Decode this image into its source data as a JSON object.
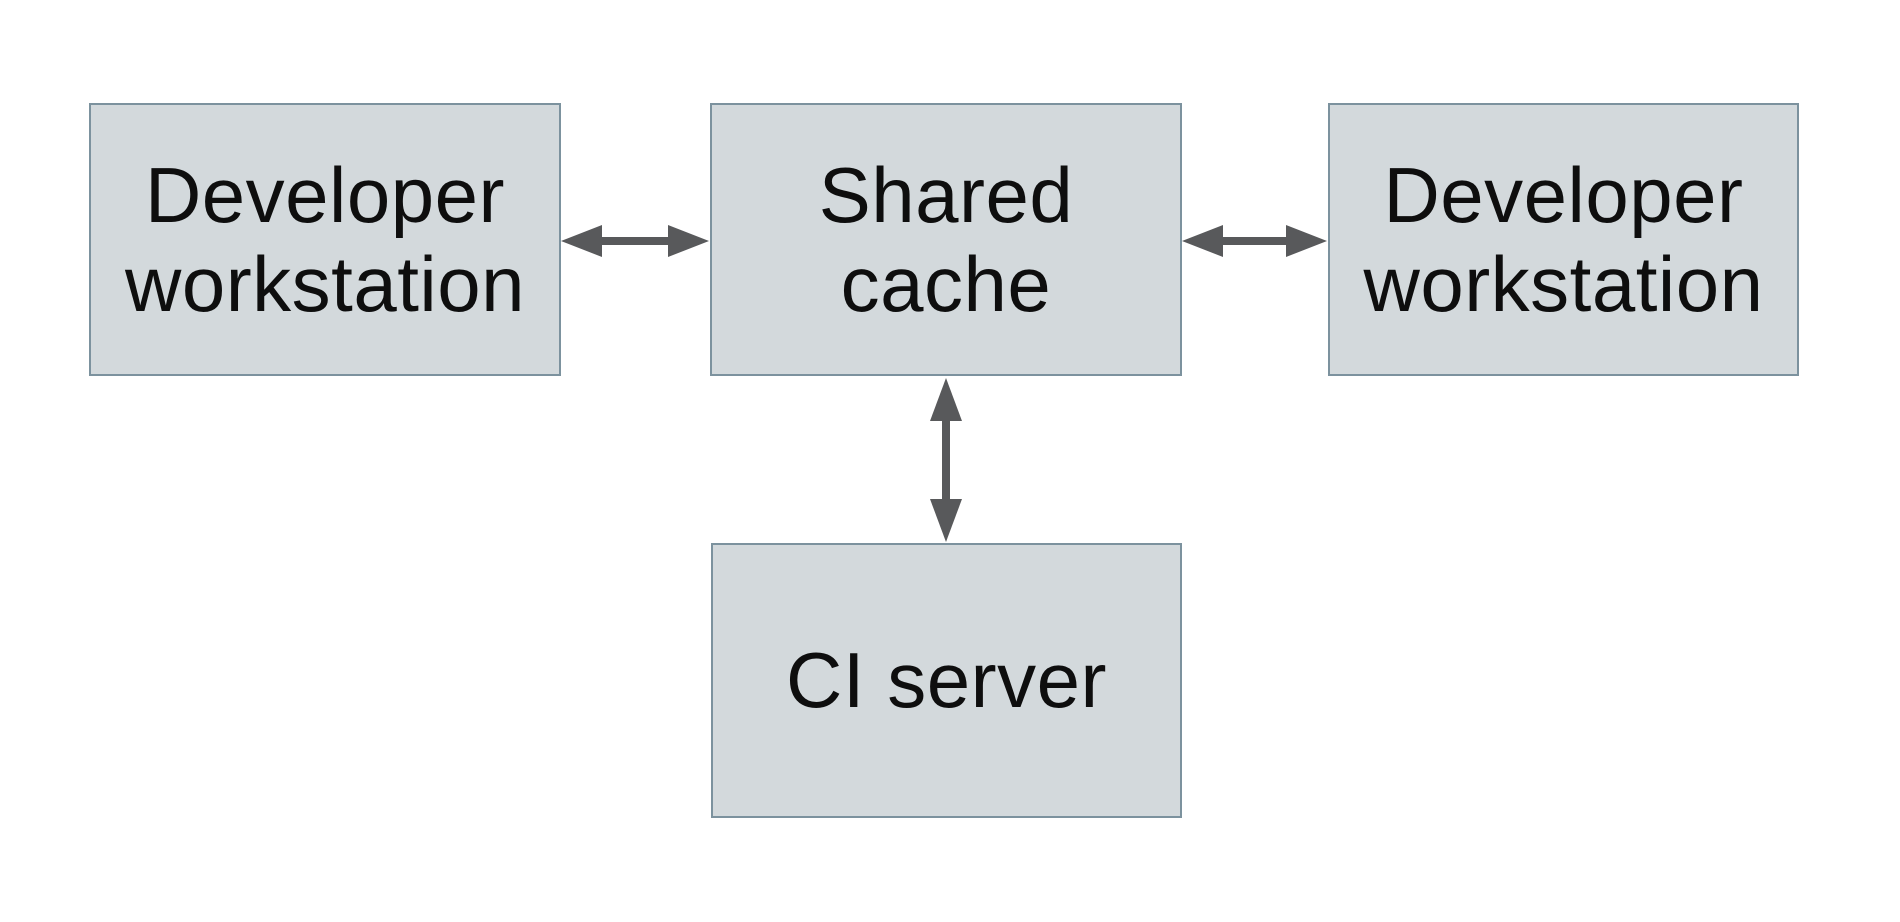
{
  "diagram": {
    "type": "architecture-diagram",
    "background": "#ffffff",
    "colors": {
      "node_fill": "#d3d9dc",
      "node_border": "#7c929e",
      "arrow": "#58595b",
      "text": "#0e0e0e"
    },
    "nodes": [
      {
        "id": "dev-left",
        "label": "Developer workstation",
        "lines": [
          "Developer",
          "workstation"
        ],
        "position": "top-left"
      },
      {
        "id": "cache",
        "label": "Shared cache",
        "lines": [
          "Shared",
          "cache"
        ],
        "position": "top-center"
      },
      {
        "id": "dev-right",
        "label": "Developer workstation",
        "lines": [
          "Developer",
          "workstation"
        ],
        "position": "top-right"
      },
      {
        "id": "ci",
        "label": "CI server",
        "lines": [
          "CI server"
        ],
        "position": "bottom-center"
      }
    ],
    "edges": [
      {
        "from": "dev-left",
        "to": "cache",
        "direction": "bidirectional",
        "orientation": "horizontal"
      },
      {
        "from": "cache",
        "to": "dev-right",
        "direction": "bidirectional",
        "orientation": "horizontal"
      },
      {
        "from": "cache",
        "to": "ci",
        "direction": "bidirectional",
        "orientation": "vertical"
      }
    ]
  }
}
